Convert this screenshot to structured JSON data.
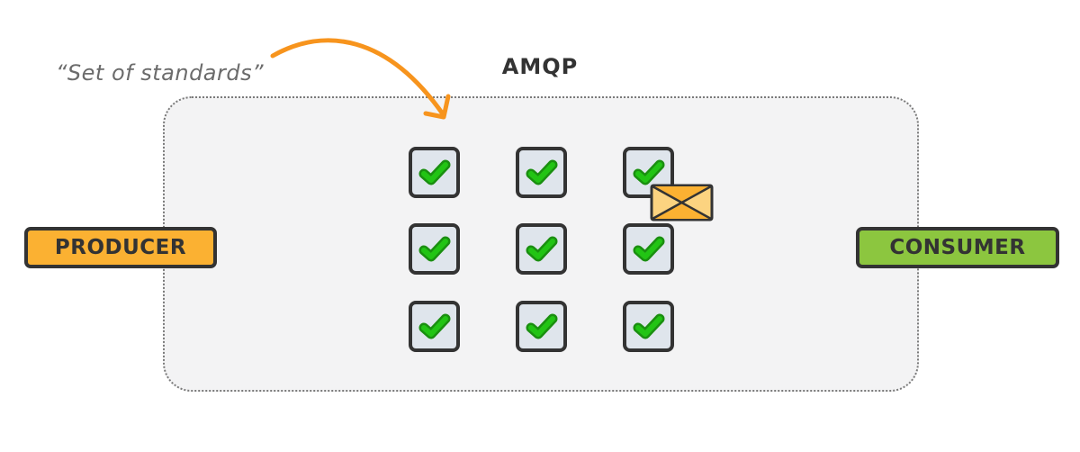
{
  "diagram": {
    "title": "AMQP",
    "annotation": "“Set of  standards”",
    "producer_label": "PRODUCER",
    "consumer_label": "CONSUMER",
    "checkbox_grid": {
      "rows": 3,
      "columns": 3,
      "all_checked": true
    },
    "message_icon": "envelope-icon",
    "colors": {
      "producer": "#fbb132",
      "consumer": "#8cc63f",
      "arrow": "#f7941d",
      "check": "#22b714",
      "envelope": "#fbb132",
      "frame_bg": "#f3f3f4"
    }
  }
}
